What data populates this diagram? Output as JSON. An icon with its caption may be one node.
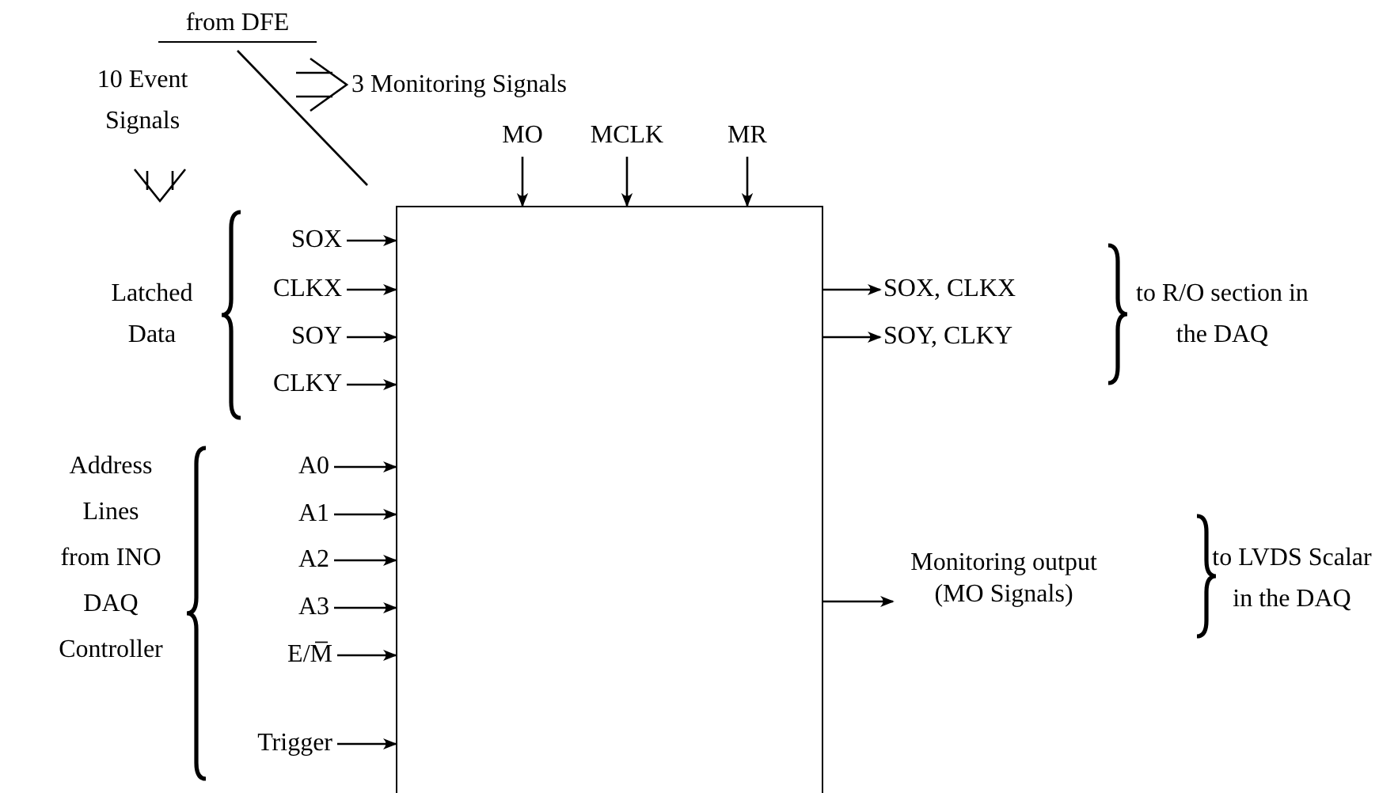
{
  "diagram": {
    "nodes": [
      {
        "text": [],
        "shape": "box"
      },
      {
        "text": [
          "MO"
        ]
      },
      {
        "text": [
          "MCLK"
        ]
      },
      {
        "text": [
          "MR"
        ]
      },
      {
        "text": [
          "SOX"
        ]
      },
      {
        "text": [
          "CLKX"
        ]
      },
      {
        "text": [
          "SOY"
        ]
      },
      {
        "text": [
          "CLKY"
        ]
      },
      {
        "text": [
          "A0"
        ]
      },
      {
        "text": [
          "A1"
        ]
      },
      {
        "text": [
          "A2"
        ]
      },
      {
        "text": [
          "A3"
        ]
      },
      {
        "text": [
          "E/M̅"
        ]
      },
      {
        "text": [
          "Trigger"
        ]
      },
      {
        "text": [
          "SOX, CLKX"
        ]
      },
      {
        "text": [
          "SOY, CLKY"
        ]
      },
      {
        "text": [
          "Monitoring output (MO Signals)"
        ]
      }
    ],
    "edges": [
      {
        "from": 1,
        "to": 0,
        "arrow": "to"
      },
      {
        "from": 2,
        "to": 0,
        "arrow": "to"
      },
      {
        "from": 3,
        "to": 0,
        "arrow": "to"
      },
      {
        "from": 4,
        "to": 0,
        "arrow": "to"
      },
      {
        "from": 5,
        "to": 0,
        "arrow": "to"
      },
      {
        "from": 6,
        "to": 0,
        "arrow": "to"
      },
      {
        "from": 7,
        "to": 0,
        "arrow": "to"
      },
      {
        "from": 8,
        "to": 0,
        "arrow": "to"
      },
      {
        "from": 9,
        "to": 0,
        "arrow": "to"
      },
      {
        "from": 10,
        "to": 0,
        "arrow": "to"
      },
      {
        "from": 11,
        "to": 0,
        "arrow": "to"
      },
      {
        "from": 12,
        "to": 0,
        "arrow": "to"
      },
      {
        "from": 13,
        "to": 0,
        "arrow": "to"
      },
      {
        "from": 0,
        "to": 14,
        "arrow": "to"
      },
      {
        "from": 0,
        "to": 15,
        "arrow": "to"
      },
      {
        "from": 0,
        "to": 16,
        "arrow": "to"
      }
    ],
    "labels": [
      "from DFE",
      "10 Event Signals",
      "3 Monitoring Signals",
      "Latched Data",
      "to R/O section in the DAQ",
      "Address Lines from INO DAQ Controller",
      "to LVDS Scalar in the DAQ"
    ]
  }
}
